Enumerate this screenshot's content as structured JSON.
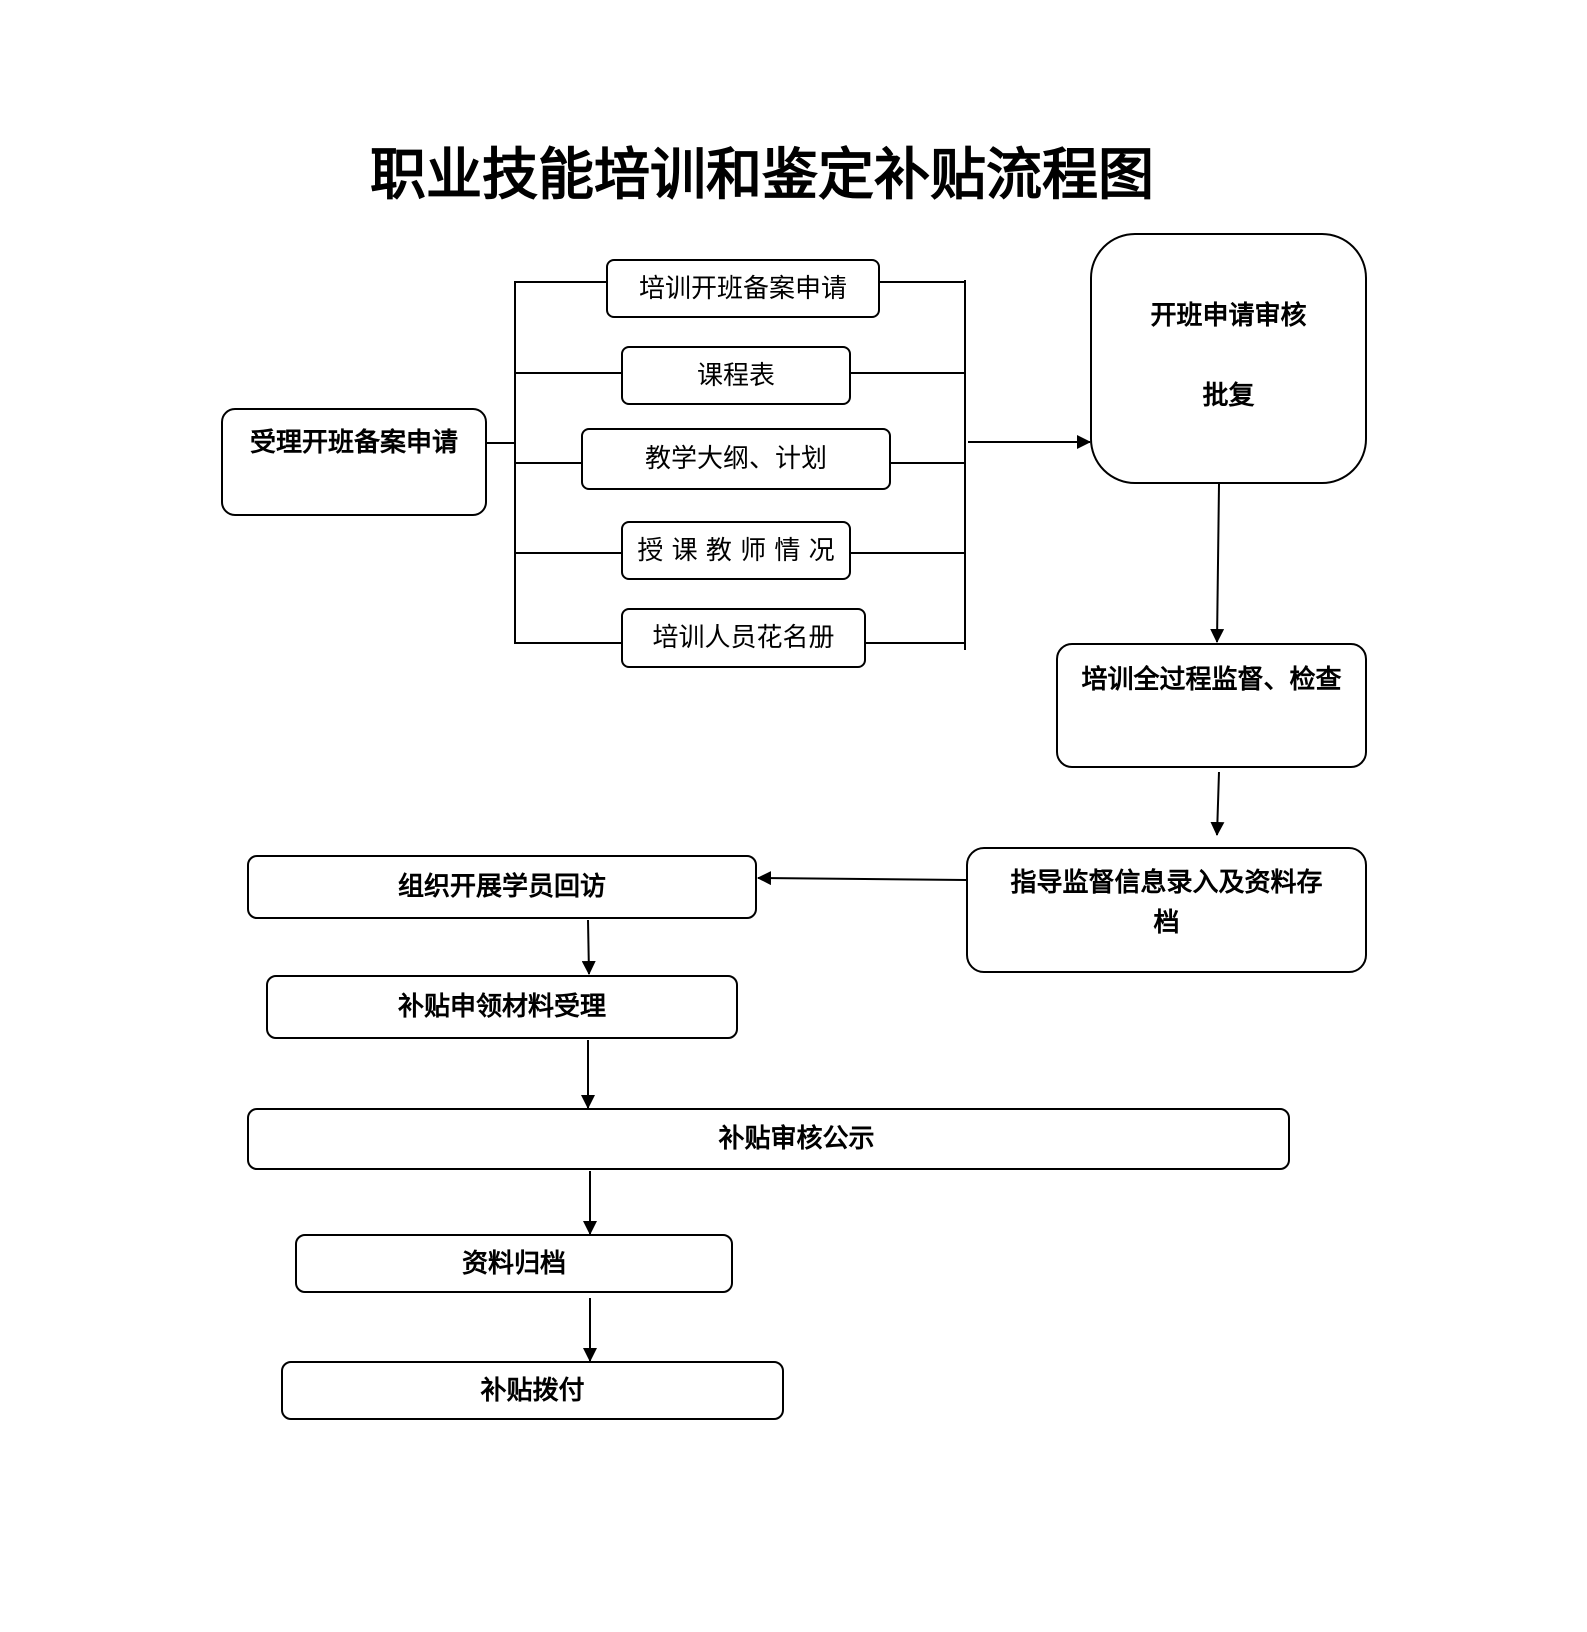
{
  "title": "职业技能培训和鉴定补贴流程图",
  "nodes": {
    "accept": "受理开班备案申请",
    "materials": [
      "培训开班备案申请",
      "课程表",
      "教学大纲、计划",
      "授 课 教 师 情 况",
      "培训人员花名册"
    ],
    "review": [
      "开班申请审核",
      "批复"
    ],
    "supervise": "培训全过程监督、检查",
    "guide": "指导监督信息录入及资料存档",
    "visit": "组织开展学员回访",
    "apply": "补贴申领材料受理",
    "publicity": "补贴审核公示",
    "archive": "资料归档",
    "pay": "补贴拨付"
  }
}
